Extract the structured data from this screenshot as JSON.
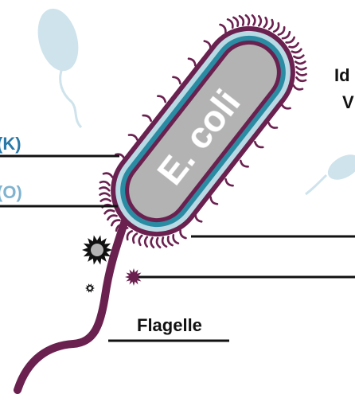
{
  "diagram": {
    "bacterium_name": "E. coli",
    "labels": {
      "capsule_antigen": "(K)",
      "somatic_antigen": "(O)",
      "flagella": "Flagelle",
      "top_right_line1": "Id",
      "top_right_line2": "V"
    },
    "colors": {
      "body": "#b3b3b3",
      "membrane_dark": "#6b2150",
      "membrane_teal": "#2a8ca3",
      "membrane_light": "#b9d9e4",
      "label_blue": "#2a79a8",
      "label_lightblue": "#7fb3d0",
      "ghost_bacteria": "#cfe3ec",
      "lines": "#111111"
    }
  }
}
